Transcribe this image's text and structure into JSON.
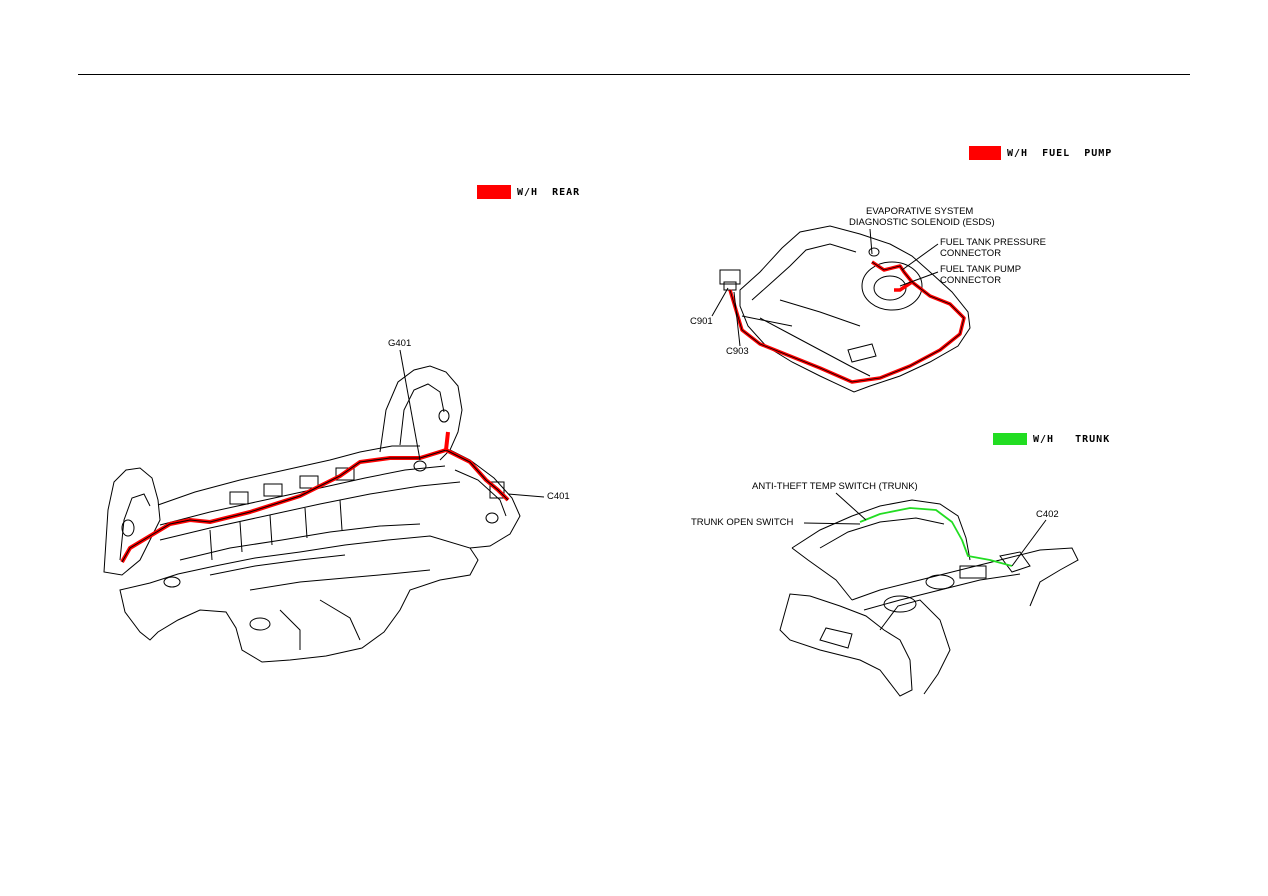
{
  "colors": {
    "rear": "#ff0000",
    "fuel_pump": "#ff0000",
    "trunk": "#22dd22",
    "line": "#000000"
  },
  "legends": {
    "rear": "W/H  REAR",
    "fuel_pump": "W/H  FUEL  PUMP",
    "trunk": "W/H   TRUNK"
  },
  "rear_diagram": {
    "labels": {
      "g401": "G401",
      "c401": "C401"
    }
  },
  "fuel_diagram": {
    "labels": {
      "esds_line1": "EVAPORATIVE SYSTEM",
      "esds_line2": "DIAGNOSTIC SOLENOID (ESDS)",
      "pressure_line1": "FUEL TANK PRESSURE",
      "pressure_line2": "CONNECTOR",
      "pump_line1": "FUEL TANK PUMP",
      "pump_line2": "CONNECTOR",
      "c901": "C901",
      "c903": "C903"
    }
  },
  "trunk_diagram": {
    "labels": {
      "anti_theft": "ANTI-THEFT TEMP SWITCH (TRUNK)",
      "trunk_open": "TRUNK OPEN SWITCH",
      "c402": "C402"
    }
  }
}
